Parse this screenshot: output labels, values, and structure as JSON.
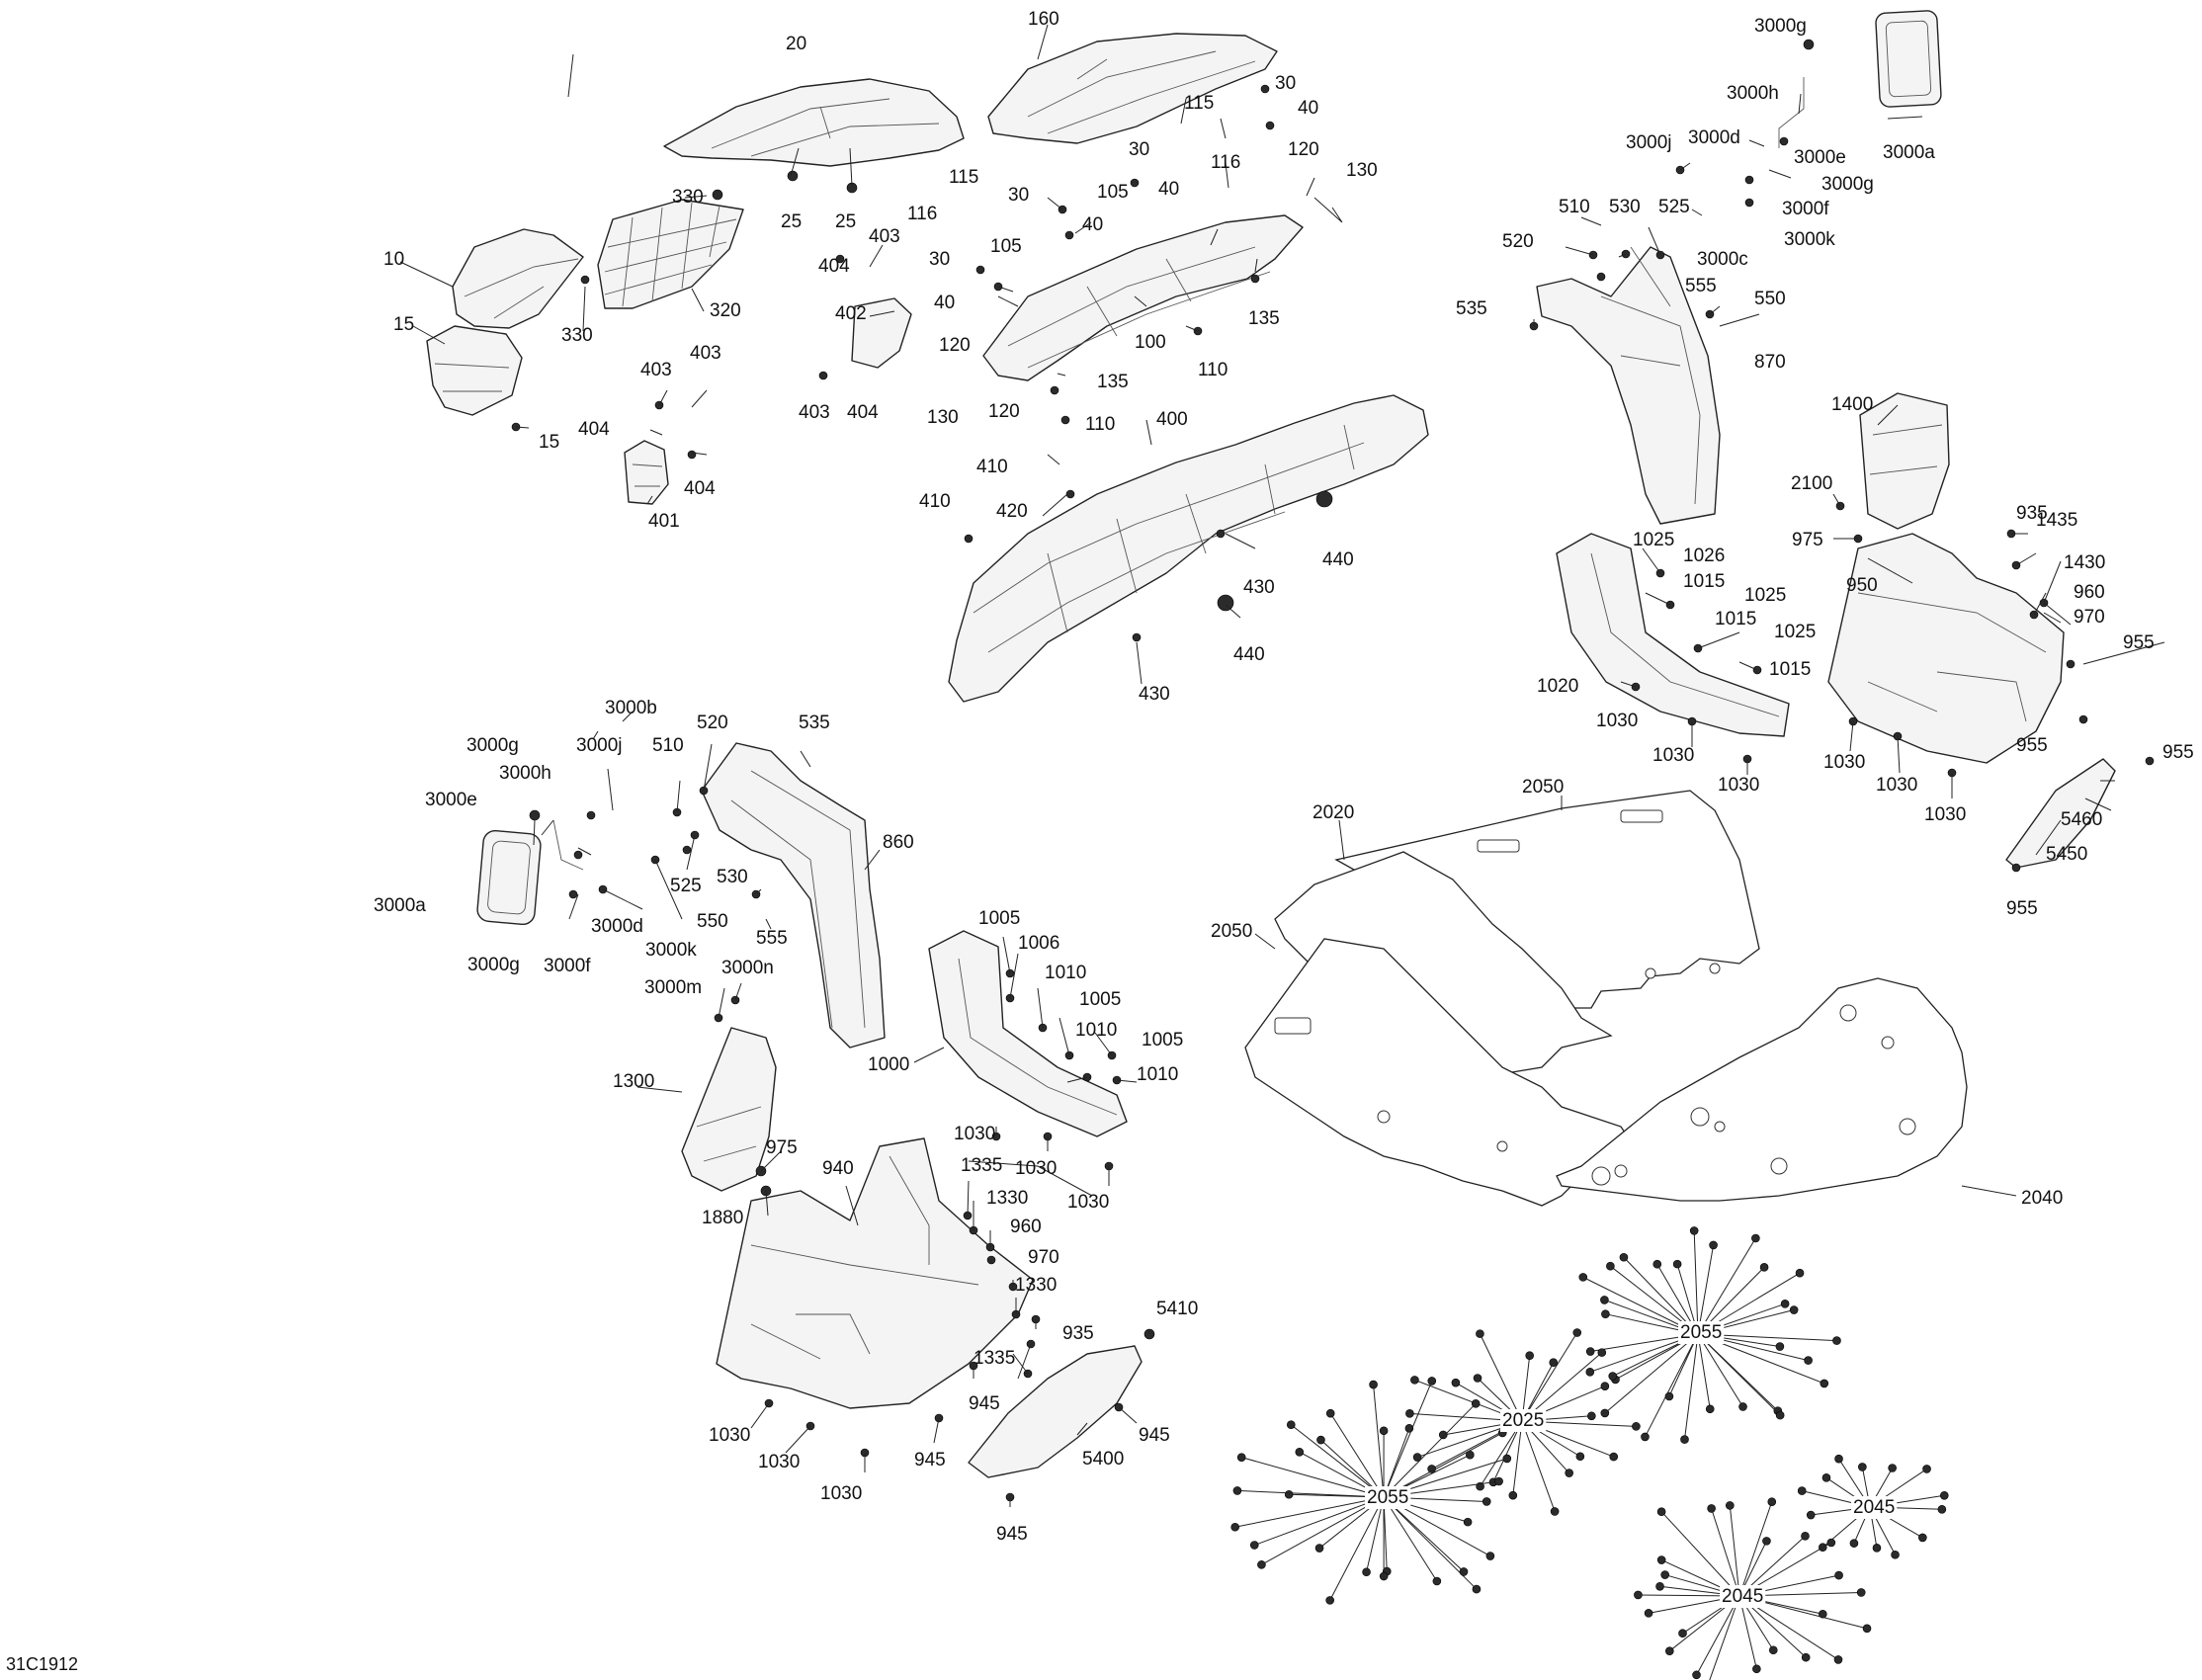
{
  "drawing_code": "31C1912",
  "colors": {
    "line": "#222222",
    "fill": "#f4f4f4",
    "background": "#ffffff"
  },
  "callouts": {
    "c10": "10",
    "c15a": "15",
    "c15b": "15",
    "c20": "20",
    "c25a": "25",
    "c25b": "25",
    "c160": "160",
    "c330a": "330",
    "c330b": "330",
    "c320": "320",
    "c403a": "403",
    "c403b": "403",
    "c403c": "403",
    "c403d": "403",
    "c404a": "404",
    "c404b": "404",
    "c404c": "404",
    "c404d": "404",
    "c401": "401",
    "c402": "402",
    "c115a": "115",
    "c115b": "115",
    "c116a": "116",
    "c116b": "116",
    "c30a": "30",
    "c30b": "30",
    "c30c": "30",
    "c30d": "30",
    "c40a": "40",
    "c40b": "40",
    "c40c": "40",
    "c40d": "40",
    "c105a": "105",
    "c105b": "105",
    "c120a": "120",
    "c120b": "120",
    "c120c": "120",
    "c130a": "130",
    "c130b": "130",
    "c135a": "135",
    "c135b": "135",
    "c110a": "110",
    "c110b": "110",
    "c100": "100",
    "c400": "400",
    "c410a": "410",
    "c410b": "410",
    "c420": "420",
    "c430a": "430",
    "c430b": "430",
    "c440a": "440",
    "c440b": "440",
    "c3000g_a": "3000g",
    "c3000h_a": "3000h",
    "c3000j_a": "3000j",
    "c3000d_a": "3000d",
    "c3000e_a": "3000e",
    "c3000a_a": "3000a",
    "c3000g_b": "3000g",
    "c3000f_a": "3000f",
    "c3000c_a": "3000c",
    "c3000k_a": "3000k",
    "c510a": "510",
    "c530a": "530",
    "c525a": "525",
    "c520a": "520",
    "c535a": "535",
    "c555a": "555",
    "c550a": "550",
    "c870": "870",
    "c1400": "1400",
    "c2100": "2100",
    "c935a": "935",
    "c1435": "1435",
    "c975a": "975",
    "c1430": "1430",
    "c960a": "960",
    "c950": "950",
    "c970a": "970",
    "c955a": "955",
    "c955b": "955",
    "c955c": "955",
    "c955d": "955",
    "c1025a": "1025",
    "c1026": "1026",
    "c1015a": "1015",
    "c1025b": "1025",
    "c1015b": "1015",
    "c1025c": "1025",
    "c1015c": "1015",
    "c1020": "1020",
    "c1030a": "1030",
    "c1030b": "1030",
    "c1030c": "1030",
    "c1030d": "1030",
    "c1030e": "1030",
    "c1030f": "1030",
    "c5460": "5460",
    "c5450": "5450",
    "c3000b": "3000b",
    "c3000g_c": "3000g",
    "c3000j_b": "3000j",
    "c3000h_b": "3000h",
    "c3000e_b": "3000e",
    "c3000a_b": "3000a",
    "c3000g_d": "3000g",
    "c3000f_b": "3000f",
    "c3000d_b": "3000d",
    "c3000k_b": "3000k",
    "c3000n": "3000n",
    "c3000m": "3000m",
    "c510b": "510",
    "c520b": "520",
    "c535b": "535",
    "c525b": "525",
    "c530b": "530",
    "c550b": "550",
    "c555b": "555",
    "c860": "860",
    "c1005a": "1005",
    "c1006": "1006",
    "c1010a": "1010",
    "c1005b": "1005",
    "c1010b": "1010",
    "c1005c": "1005",
    "c1010c": "1010",
    "c1000": "1000",
    "c1030g": "1030",
    "c1030h": "1030",
    "c1030i": "1030",
    "c1300": "1300",
    "c975b": "975",
    "c1880": "1880",
    "c940": "940",
    "c1335a": "1335",
    "c1330a": "1330",
    "c960b": "960",
    "c970b": "970",
    "c1330b": "1330",
    "c935b": "935",
    "c1335b": "1335",
    "c945a": "945",
    "c945b": "945",
    "c945c": "945",
    "c945d": "945",
    "c5410": "5410",
    "c5400": "5400",
    "c1030j": "1030",
    "c1030k": "1030",
    "c1030l": "1030",
    "c2050a": "2050",
    "c2020": "2020",
    "c2050b": "2050",
    "c2040": "2040",
    "c2055a": "2055",
    "c2025": "2025",
    "c2055b": "2055",
    "c2045a": "2045",
    "c2045b": "2045"
  }
}
